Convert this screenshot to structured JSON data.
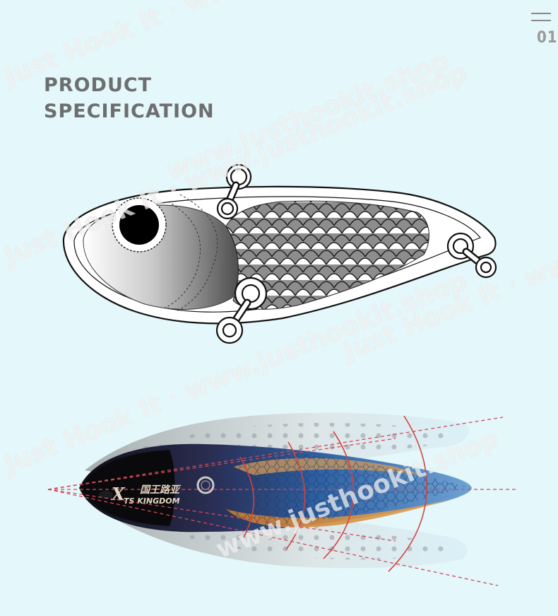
{
  "header": {
    "title_line1": "PRODUCT",
    "title_line2": "SPECIFICATION",
    "page_number": "01",
    "menu_icon": "hamburger-menu-icon"
  },
  "lure_photo": {
    "brand_mark": "X",
    "brand_cn": "国王路亚",
    "brand_en": "TS KINGDOM"
  },
  "watermark": {
    "text1": "www.justhookit.shop",
    "text2": "Just Hook It · www.justhookit.shop"
  },
  "colors": {
    "background": "#e4f7fa",
    "title": "#6d6e70",
    "motion_lines": "#d24a5c"
  }
}
